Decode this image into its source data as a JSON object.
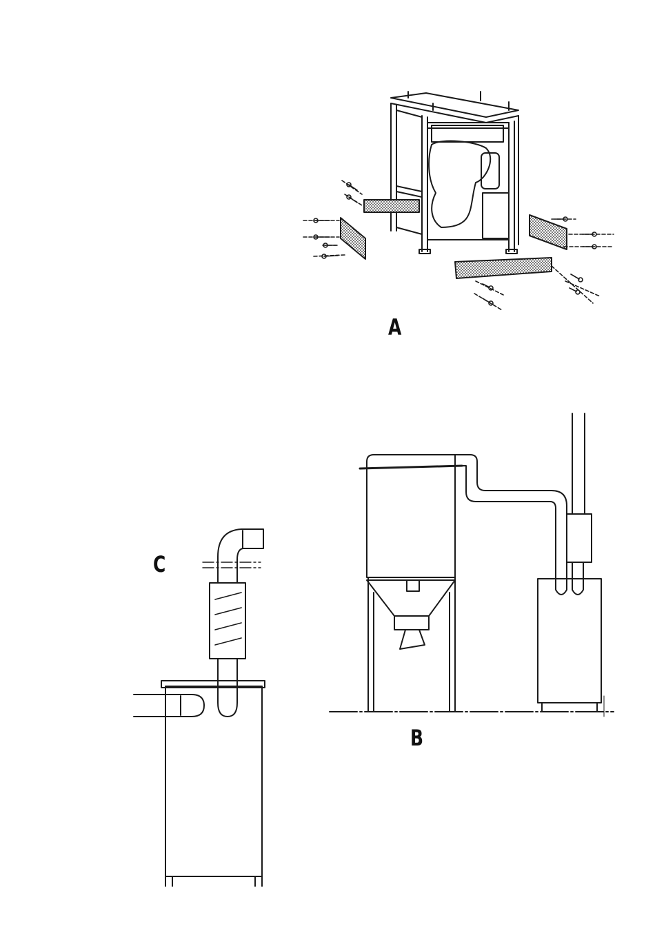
{
  "figures": {
    "a": {
      "label": "A"
    },
    "b": {
      "label": "B"
    },
    "c": {
      "label": "C"
    }
  },
  "colors": {
    "ink": "#1a1a1a",
    "screen_fill": "#bfbfbf"
  }
}
